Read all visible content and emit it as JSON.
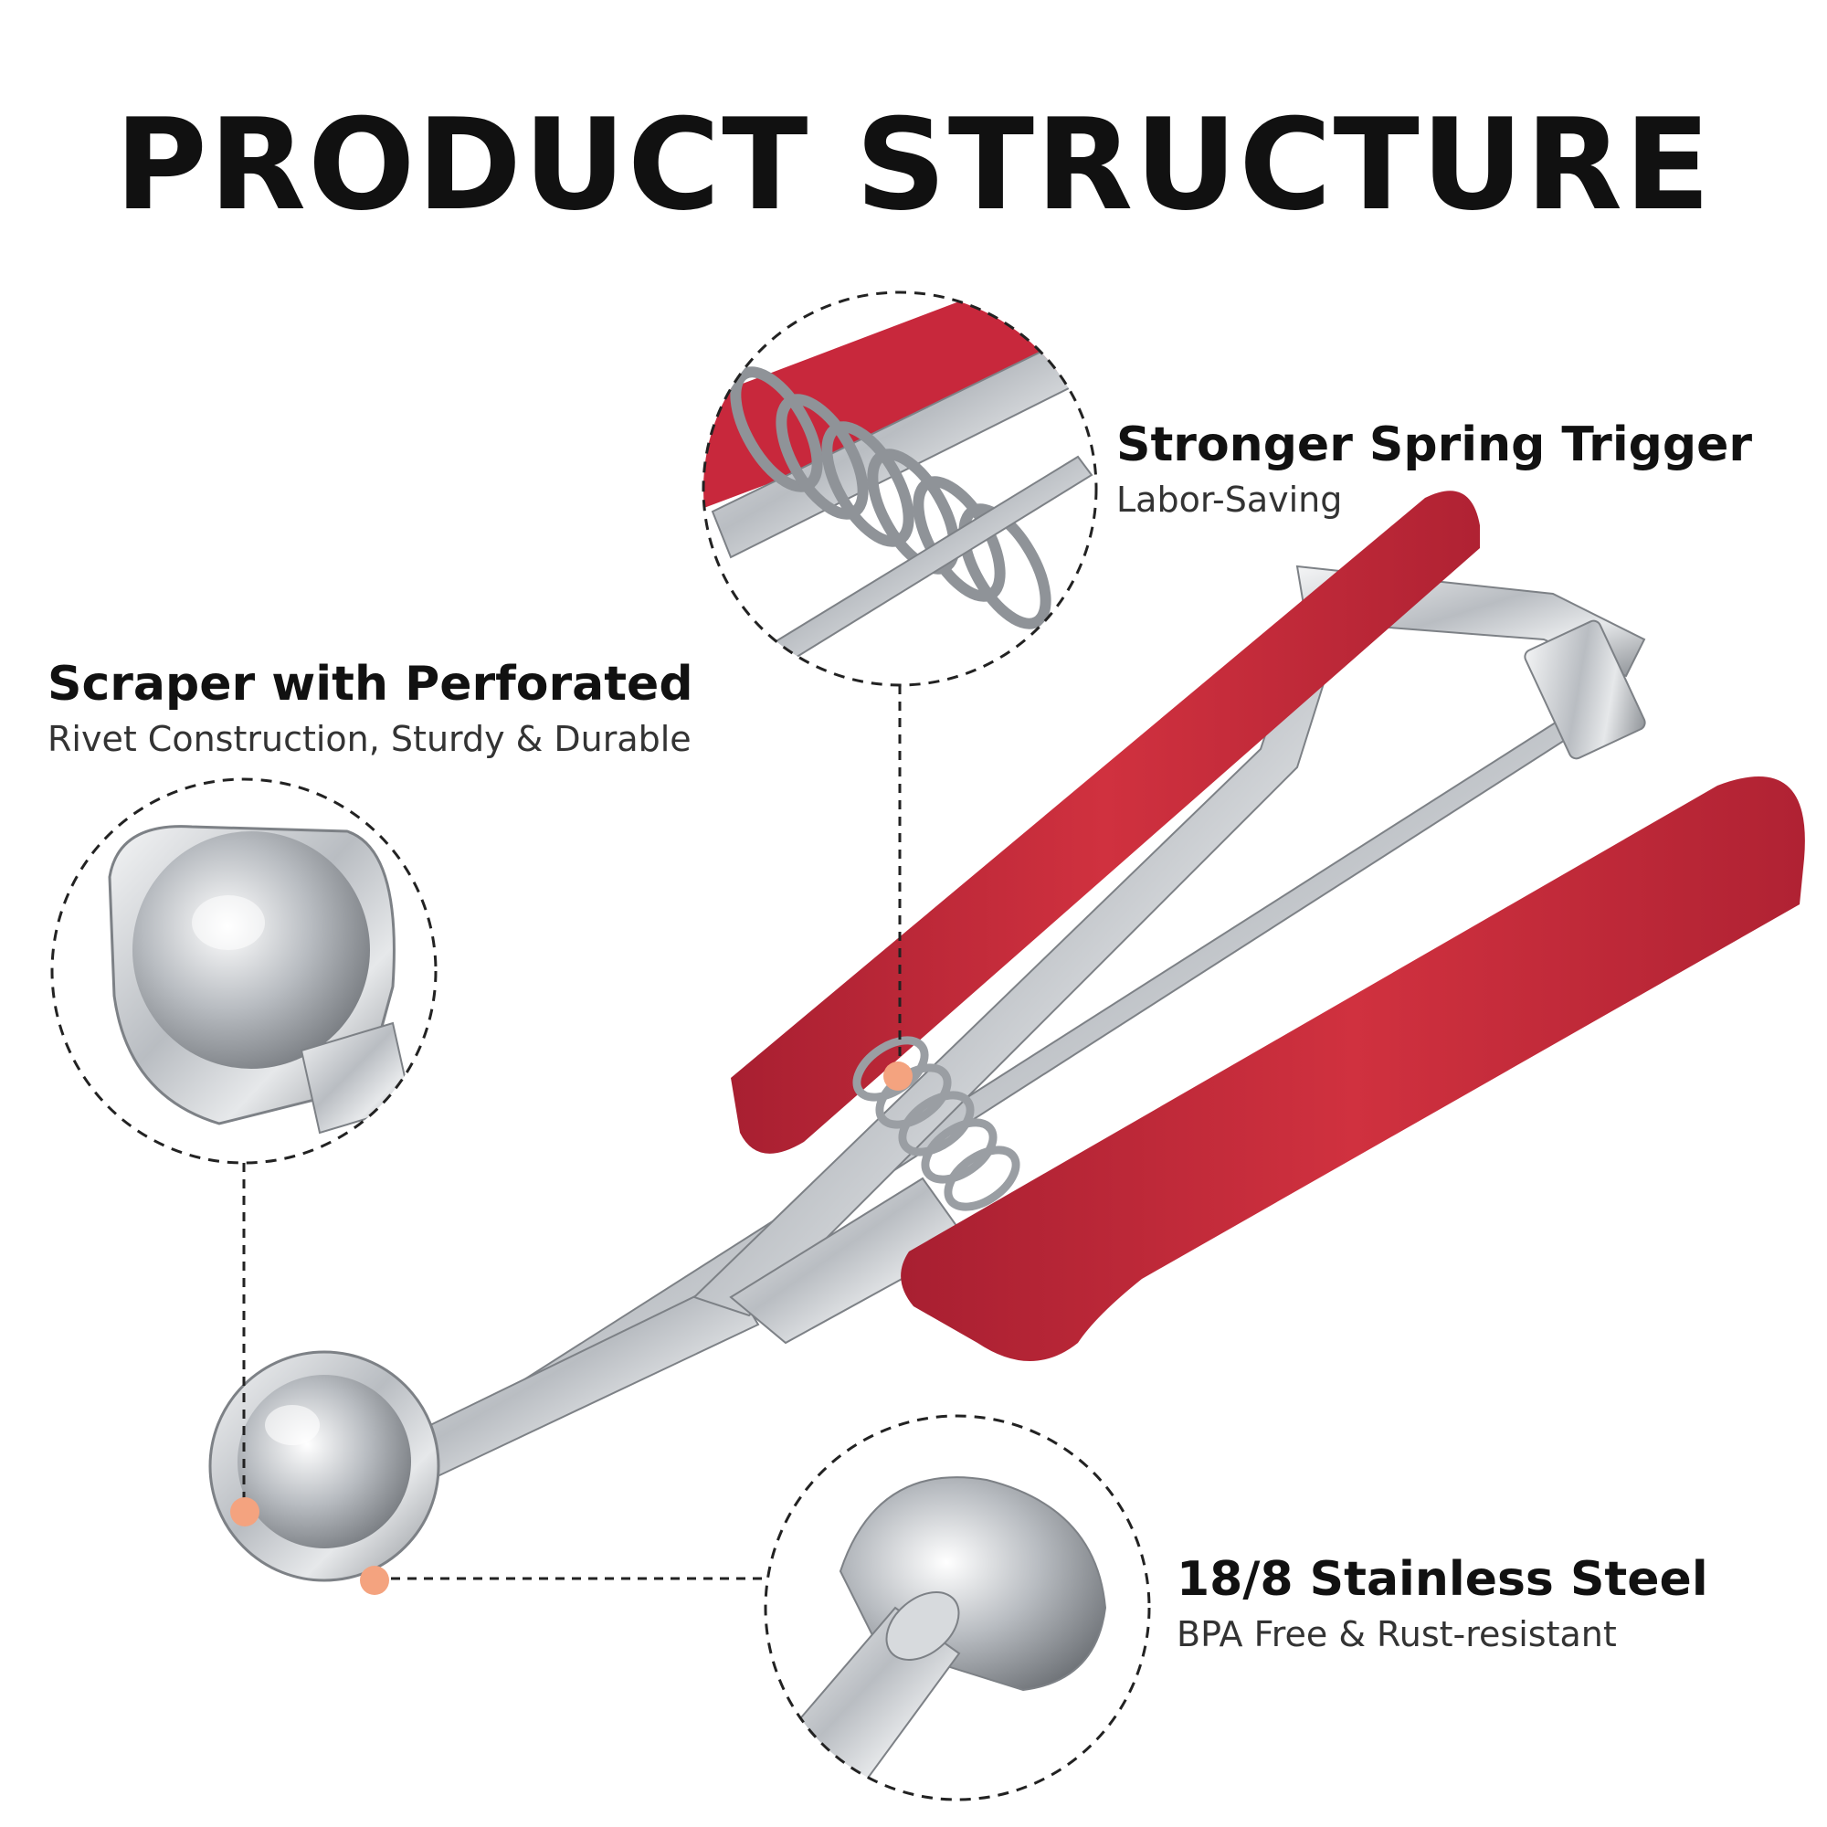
{
  "title": "PRODUCT STRUCTURE",
  "callouts": {
    "spring": {
      "heading": "Stronger Spring Trigger",
      "sub": "Labor-Saving"
    },
    "scraper": {
      "heading": "Scraper with Perforated",
      "sub": "Rivet Construction, Sturdy & Durable"
    },
    "steel": {
      "heading": "18/8 Stainless Steel",
      "sub": "BPA Free & Rust-resistant"
    }
  },
  "colors": {
    "handle_red": "#c8283c",
    "steel": "#c9ccd0",
    "marker": "#f4a37f",
    "text": "#111111"
  }
}
